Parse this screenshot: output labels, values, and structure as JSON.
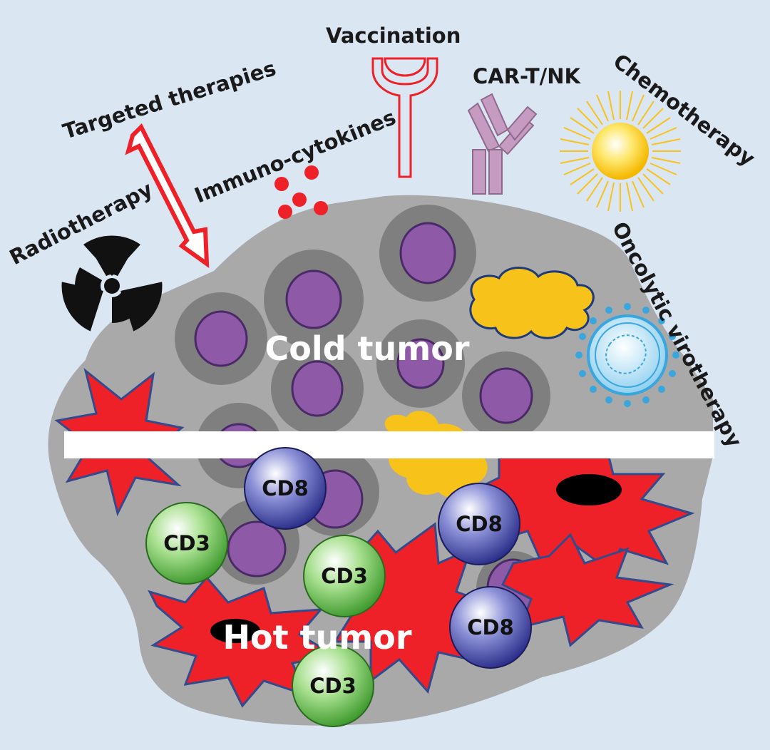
{
  "labels": {
    "targeted": "Targeted therapies",
    "radiotherapy": "Radiotherapy",
    "immuno": "Immuno-cytokines",
    "vaccination": "Vaccination",
    "cart": "CAR-T/NK",
    "chemo": "Chemotherapy",
    "oncolytic": "Oncolytic virotherapy",
    "cold": "Cold tumor",
    "hot": "Hot tumor"
  },
  "cells": {
    "cd8": "CD8",
    "cd3": "CD3"
  },
  "colors": {
    "background": "#dbe6f3",
    "tumor_gray": "#a9a9a9",
    "cell_purple": "#8e5aa8",
    "red": "#ee2128",
    "yellow": "#f7c21a",
    "cd8_blue": "#3a3f9a",
    "cd3_green": "#5cb848",
    "virus_blue": "#3aa6de",
    "antibody_pink": "#c69bc2"
  }
}
